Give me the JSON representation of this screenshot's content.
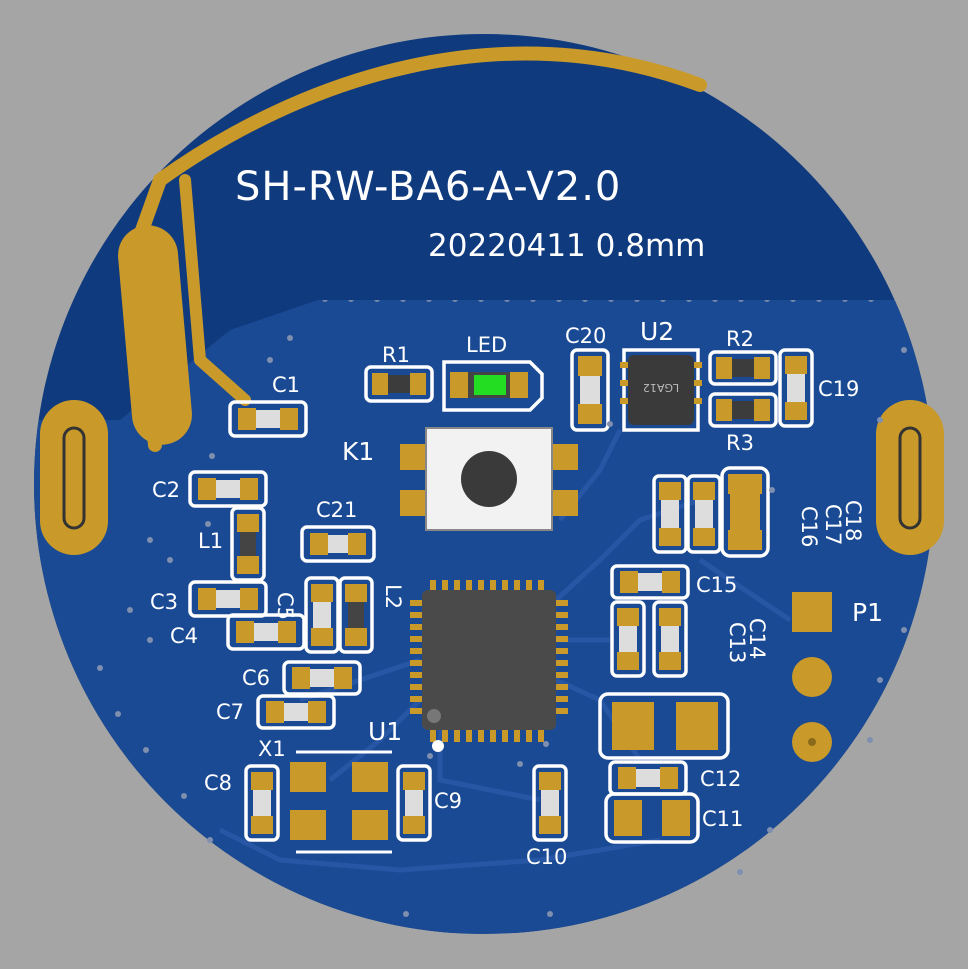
{
  "board": {
    "title": "SH-RW-BA6-A-V2.0",
    "subtitle": "20220411 0.8mm"
  },
  "labels": {
    "C1": "C1",
    "C2": "C2",
    "C3": "C3",
    "C4": "C4",
    "C5": "C5",
    "C6": "C6",
    "C7": "C7",
    "C8": "C8",
    "C9": "C9",
    "C10": "C10",
    "C11": "C11",
    "C12": "C12",
    "C13": "C13",
    "C14": "C14",
    "C15": "C15",
    "C16": "C16",
    "C17": "C17",
    "C18": "C18",
    "C19": "C19",
    "C20": "C20",
    "C21": "C21",
    "R1": "R1",
    "R2": "R2",
    "R3": "R3",
    "L1": "L1",
    "L2": "L2",
    "LED": "LED",
    "K1": "K1",
    "U1": "U1",
    "U2": "U2",
    "X1": "X1",
    "P1": "P1",
    "u2_marking": "LGA12"
  },
  "colors": {
    "background": "#a5a5a5",
    "board": "#103a7e",
    "copper": "#c99a2a",
    "silkscreen": "#ffffff",
    "led": "#22dd22"
  }
}
